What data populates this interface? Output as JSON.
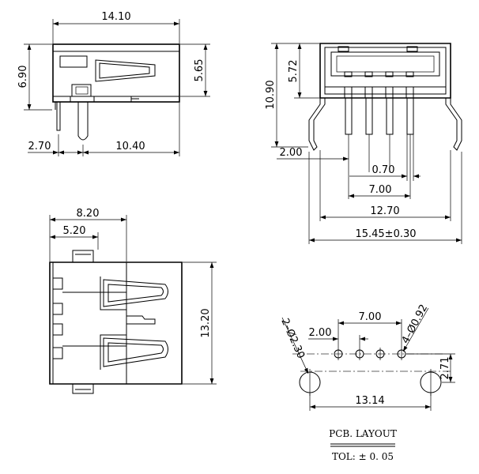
{
  "side_view": {
    "width": "14.10",
    "height_left": "6.90",
    "height_right": "5.65",
    "offset": "2.70",
    "length": "10.40"
  },
  "front_view": {
    "height_total": "10.90",
    "height_upper": "5.72",
    "pin_offset": "2.00",
    "pin_width": "0.70",
    "pin_pitch": "7.00",
    "body_width": "12.70",
    "overall_width": "15.45±0.30"
  },
  "top_view": {
    "width_a": "8.20",
    "width_b": "5.20",
    "height": "13.20"
  },
  "pcb_layout": {
    "pitch_small": "2.00",
    "pitch_total": "7.00",
    "pin_hole": "4–Ø0.92",
    "mount_hole": "2–Ø2.30",
    "hole_offset": "2.71",
    "mount_spacing": "13.14"
  },
  "notes": {
    "title": "PCB. LAYOUT",
    "tolerance": "TOL: ± 0. 05"
  }
}
